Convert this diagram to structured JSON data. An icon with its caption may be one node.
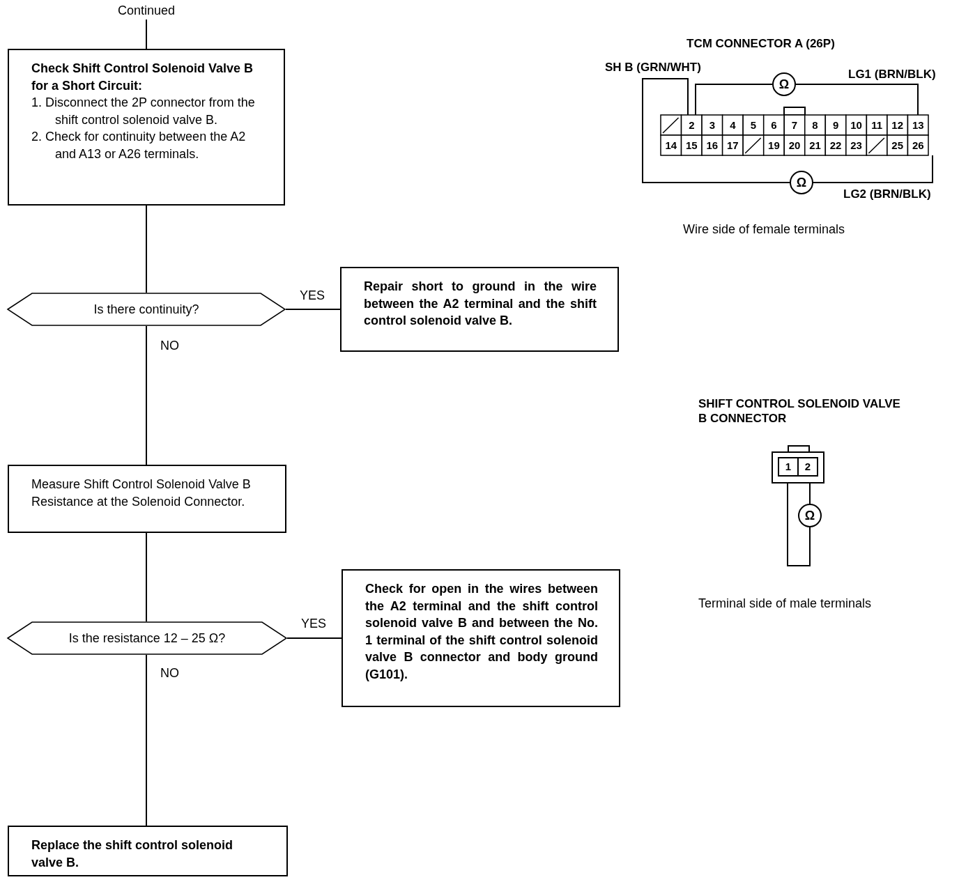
{
  "diagram": {
    "nodes": [
      {
        "text": [
          "Continued"
        ]
      },
      {
        "text": [
          "Check Shift Control Solenoid Valve B for a Short Circuit:",
          "1. Disconnect the 2P connector from the shift control solenoid valve B.",
          "2. Check for continuity between the A2 and A13 or A26 terminals."
        ]
      },
      {
        "text": [
          "Is there continuity?"
        ]
      },
      {
        "text": [
          "Repair short to ground in the wire between the A2 terminal and the shift control solenoid valve B."
        ]
      },
      {
        "text": [
          "Measure Shift Control Solenoid Valve B Resistance at the Solenoid Connector."
        ]
      },
      {
        "text": [
          "Is the resistance 12 – 25 Ω?"
        ]
      },
      {
        "text": [
          "Check for open in the wires between the A2 terminal and the shift control solenoid valve B and between the No. 1 terminal of the shift control solenoid valve B connector and body ground (G101)."
        ]
      },
      {
        "text": [
          "Replace the shift control solenoid valve B."
        ]
      }
    ],
    "edges": [
      {
        "from": 0,
        "to": 1,
        "arrow": "none"
      },
      {
        "from": 1,
        "to": 2,
        "arrow": "none"
      },
      {
        "from": 2,
        "to": 3,
        "arrow": "none",
        "label": "YES"
      },
      {
        "from": 2,
        "to": 4,
        "arrow": "none",
        "label": "NO"
      },
      {
        "from": 4,
        "to": 5,
        "arrow": "none"
      },
      {
        "from": 5,
        "to": 6,
        "arrow": "none",
        "label": "YES"
      },
      {
        "from": 5,
        "to": 7,
        "arrow": "none",
        "label": "NO"
      }
    ],
    "labels": [
      "TCM CONNECTOR A (26P)",
      "SH B (GRN/WHT)",
      "Ω",
      "LG1 (BRN/BLK)",
      "2",
      "3",
      "4",
      "5",
      "6",
      "7",
      "8",
      "9",
      "10",
      "11",
      "12",
      "13",
      "14",
      "15",
      "16",
      "17",
      "19",
      "20",
      "21",
      "22",
      "23",
      "25",
      "26",
      "Ω",
      "LG2 (BRN/BLK)",
      "Wire side of female terminals",
      "SHIFT CONTROL SOLENOID VALVE B CONNECTOR",
      "1",
      "2",
      "Ω",
      "Terminal side of male terminals"
    ]
  }
}
